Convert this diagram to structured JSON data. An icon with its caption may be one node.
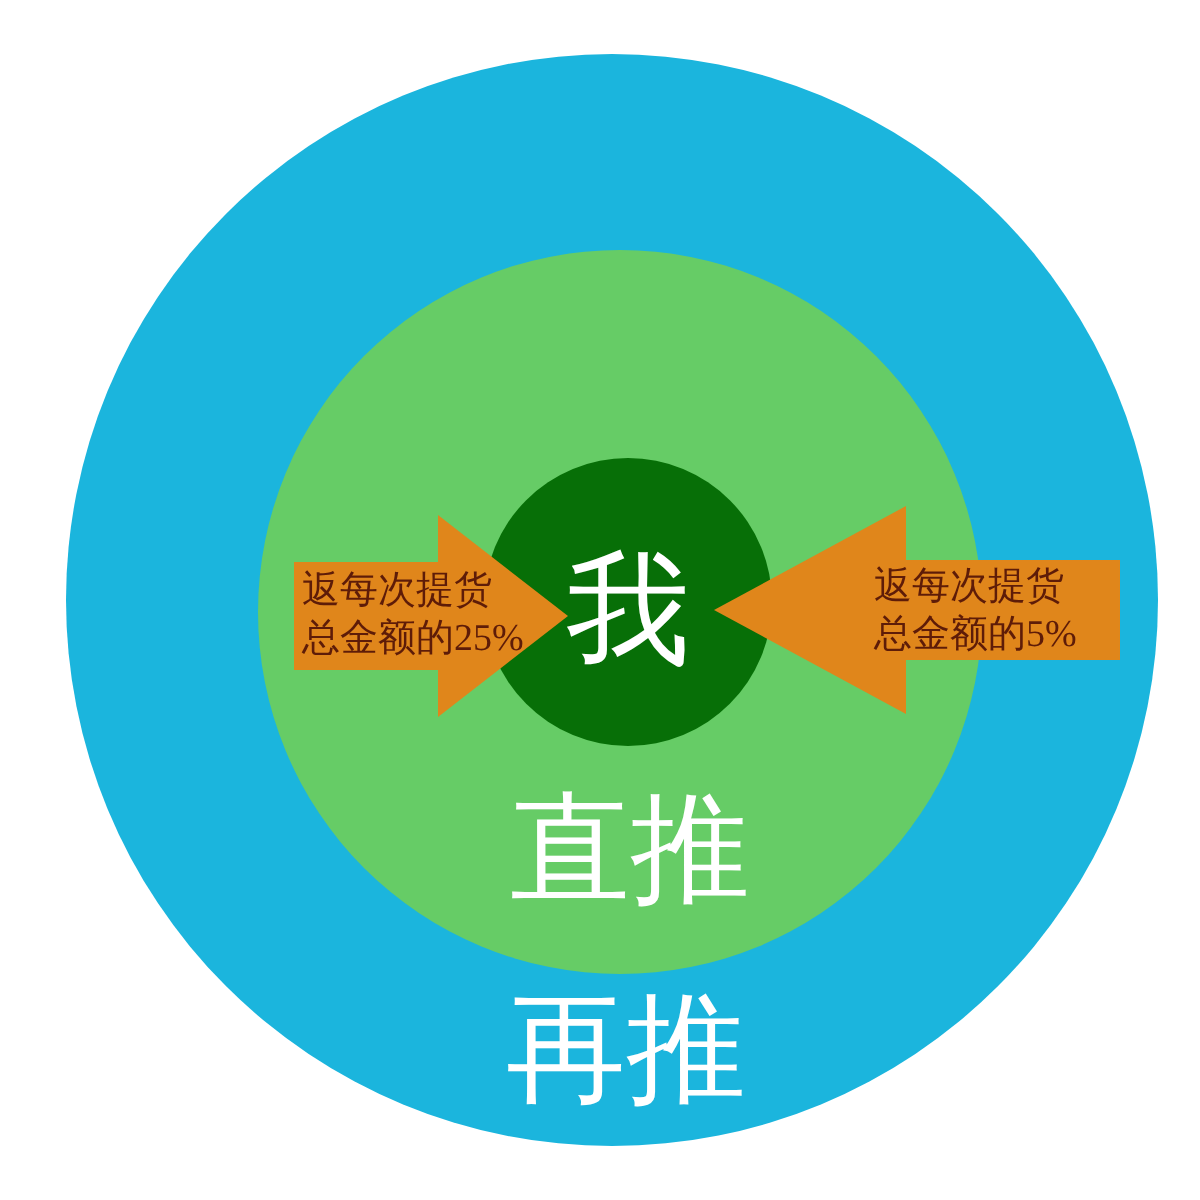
{
  "diagram": {
    "nodes": [
      {
        "text": [
          "再推"
        ]
      },
      {
        "text": [
          "直推"
        ],
        "in": 0
      },
      {
        "text": [
          "我"
        ],
        "in": 1
      }
    ],
    "edges": [
      {
        "from": null,
        "to": 2,
        "arrow": "to",
        "label": "返每次提货总金额的25%"
      },
      {
        "from": null,
        "to": 2,
        "arrow": "to",
        "label": "返每次提货总金额的5%"
      }
    ]
  }
}
